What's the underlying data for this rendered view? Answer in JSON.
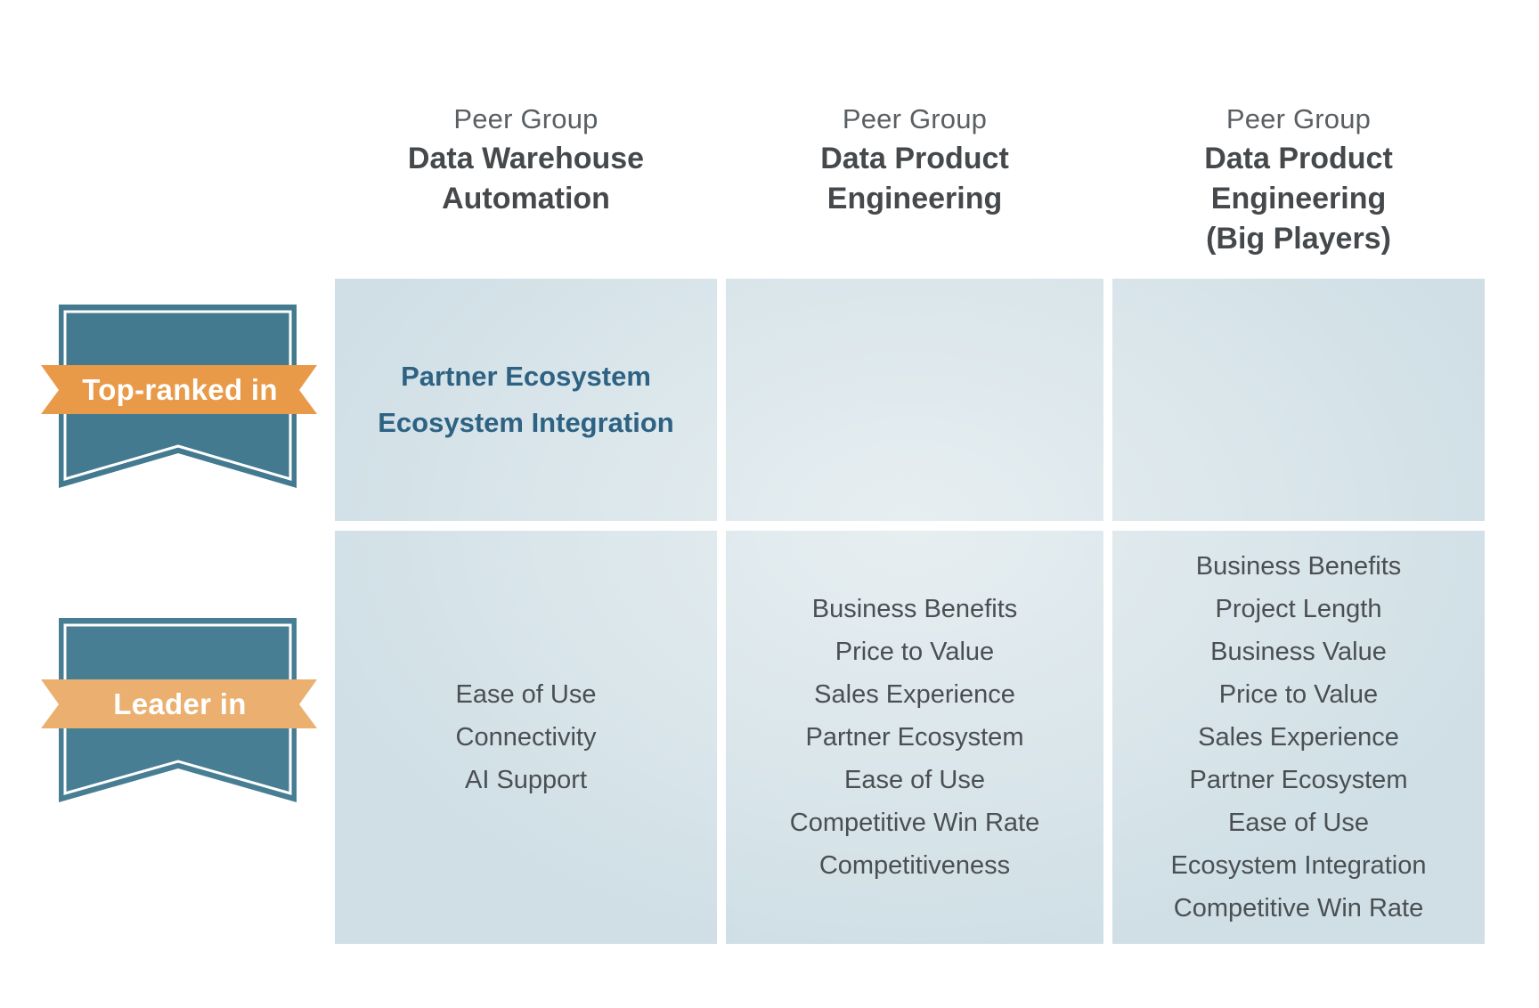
{
  "colors": {
    "badge_fill": "#467d93",
    "badge_border": "#ffffff",
    "ribbon_top_ranked": "#e89a48",
    "ribbon_leader": "#ebb070",
    "top_ranked_text": "#2e6283",
    "cell_bg": "#d8e5ea"
  },
  "columns": [
    {
      "kicker": "Peer Group",
      "title": "Data Warehouse\nAutomation"
    },
    {
      "kicker": "Peer Group",
      "title": "Data Product\nEngineering"
    },
    {
      "kicker": "Peer Group",
      "title": "Data Product\nEngineering\n(Big Players)"
    }
  ],
  "rows": [
    {
      "badge_label": "Top-ranked in",
      "badge_icon": "ribbon-badge-icon",
      "cells": [
        [
          "Partner Ecosystem",
          "Ecosystem Integration"
        ],
        [],
        []
      ]
    },
    {
      "badge_label": "Leader in",
      "badge_icon": "ribbon-badge-icon",
      "cells": [
        [
          "Ease of Use",
          "Connectivity",
          "AI Support"
        ],
        [
          "Business Benefits",
          "Price to Value",
          "Sales Experience",
          "Partner Ecosystem",
          "Ease of Use",
          "Competitive Win Rate",
          "Competitiveness"
        ],
        [
          "Business Benefits",
          "Project Length",
          "Business Value",
          "Price to Value",
          "Sales Experience",
          "Partner Ecosystem",
          "Ease of Use",
          "Ecosystem Integration",
          "Competitive Win Rate"
        ]
      ]
    }
  ]
}
